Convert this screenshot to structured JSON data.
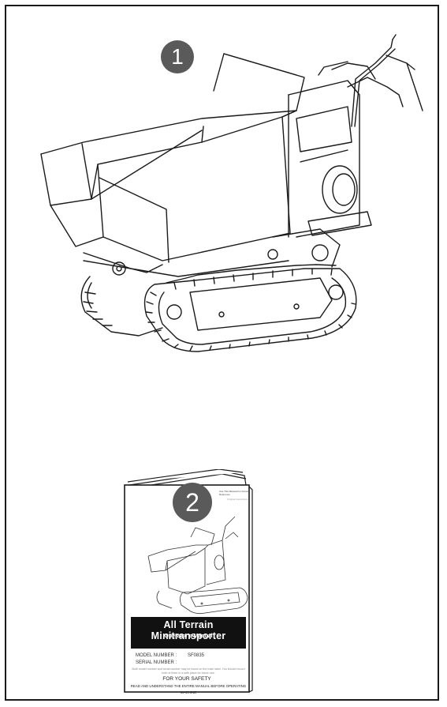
{
  "figure": {
    "step1_number": "1",
    "step2_number": "2"
  },
  "manual_cover": {
    "corner_note": "Use This Manual For Future Reference",
    "corner_note2": "Original Instructions",
    "title": "All Terrain Minitransporter",
    "subtitle": "Operator's Manual",
    "model_label": "MODEL NUMBER :",
    "model_value": "SF0835",
    "serial_label": "SERIAL NUMBER :",
    "fine_print": "Both model number and serial number may be found on the main label. You should record both of them in a safe place for future use.",
    "safety_heading": "FOR YOUR SAFETY",
    "safety_line1": "READ AND UNDERSTAND THE ENTIRE MANUAL BEFORE OPERATING",
    "safety_line2": "MACHINE"
  },
  "colors": {
    "badge": "#5a5a5a",
    "line_art": "#1a1a1a",
    "title_bar": "#111111"
  },
  "icons": [
    "tracked-minidumper-illustration",
    "operators-manual-illustration"
  ]
}
